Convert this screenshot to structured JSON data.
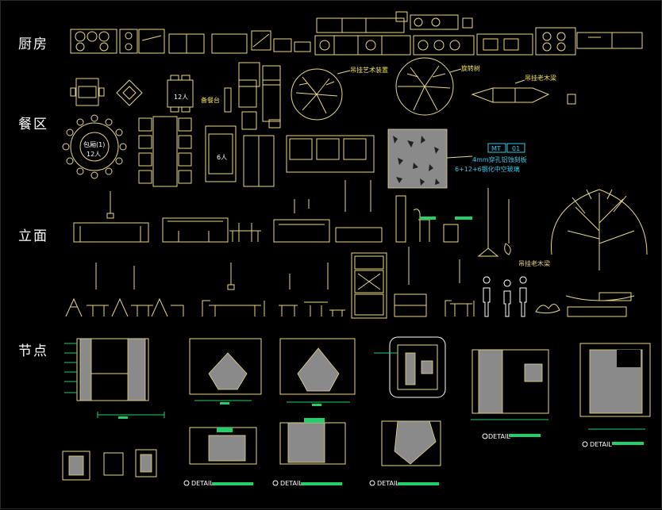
{
  "sections": {
    "kitchen": "厨房",
    "dining": "餐区",
    "elevation": "立面",
    "nodes": "节点"
  },
  "annotations": {
    "art_chandelier": "吊挂艺术装置",
    "tree_marker": "旋转树",
    "wood_beam": "吊挂老木梁",
    "seats_12": "12人",
    "service_station": "备餐台",
    "round_table": "包厢(1)",
    "round_table_count": "12人",
    "seats_6": "6人",
    "material_code_1": "MT",
    "material_code_2": "01",
    "material_line1": "4mm穿孔铝蚀刻板",
    "material_line2": "6+12+6钢化中空玻璃",
    "pendant_note": "吊挂老木梁",
    "detail_label": "DETAIL"
  },
  "colors": {
    "background": "#000000",
    "linework": "#e8d68a",
    "dimension": "#22d06a",
    "text_highlight": "#f2e25a",
    "material_tag": "#39c8e8",
    "label": "#ffffff"
  }
}
